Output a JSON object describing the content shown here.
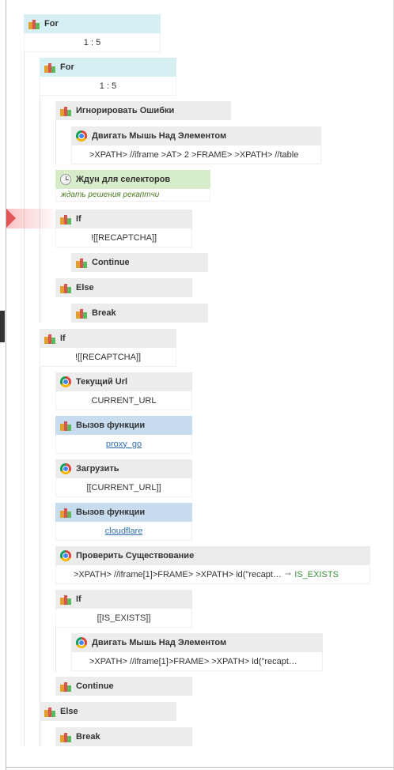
{
  "colors": {
    "header_default": "#ececec",
    "header_loop": "#d5eff3",
    "header_function": "#c7dcef",
    "header_wait": "#d7ecc8",
    "error_marker": "#e05555",
    "link": "#2f6fb0",
    "return_var": "#3a8f3a"
  },
  "blocks": {
    "for_outer": {
      "title": "For",
      "value": "1 : 5",
      "icon": "blocks-icon"
    },
    "for_inner": {
      "title": "For",
      "value": "1 : 5",
      "icon": "blocks-icon"
    },
    "ignore_errors": {
      "title": "Игнорировать Ошибки",
      "icon": "blocks-icon"
    },
    "hover_table": {
      "title": "Двигать Мышь Над Элементом",
      "value": ">XPATH> //iframe >AT> 2 >FRAME> >XPATH> //table",
      "icon": "chrome-icon"
    },
    "wait_selectors": {
      "title": "Ждун для селекторов",
      "value": "ждать решения рекаптчи",
      "icon": "clock-icon"
    },
    "if_inner": {
      "title": "If",
      "value": "![[RECAPTCHA]]",
      "icon": "blocks-icon"
    },
    "continue_inner": {
      "title": "Continue",
      "icon": "blocks-icon"
    },
    "else_inner": {
      "title": "Else",
      "icon": "blocks-icon"
    },
    "break_inner": {
      "title": "Break",
      "icon": "blocks-icon"
    },
    "if_outer": {
      "title": "If",
      "value": "![[RECAPTCHA]]",
      "icon": "blocks-icon"
    },
    "current_url": {
      "title": "Текущий Url",
      "value": "CURRENT_URL",
      "icon": "chrome-icon"
    },
    "call_proxy": {
      "title": "Вызов функции",
      "value": "proxy_go",
      "icon": "blocks-icon"
    },
    "load_url": {
      "title": "Загрузить",
      "value": "[[CURRENT_URL]]",
      "icon": "chrome-icon"
    },
    "call_cloudflare": {
      "title": "Вызов функции",
      "value": "cloudflare",
      "icon": "blocks-icon"
    },
    "check_exists": {
      "title": "Проверить Существование",
      "value": ">XPATH> //iframe[1]>FRAME> >XPATH> id(\"recapt…",
      "result": "IS_EXISTS",
      "icon": "chrome-icon"
    },
    "if_exists": {
      "title": "If",
      "value": "[[IS_EXISTS]]",
      "icon": "blocks-icon"
    },
    "hover_iframe": {
      "title": "Двигать Мышь Над Элементом",
      "value": ">XPATH> //iframe[1]>FRAME> >XPATH> id(\"recapt…",
      "icon": "chrome-icon"
    },
    "continue_outer": {
      "title": "Continue",
      "icon": "blocks-icon"
    },
    "else_outer": {
      "title": "Else",
      "icon": "blocks-icon"
    },
    "break_outer": {
      "title": "Break",
      "icon": "blocks-icon"
    }
  }
}
